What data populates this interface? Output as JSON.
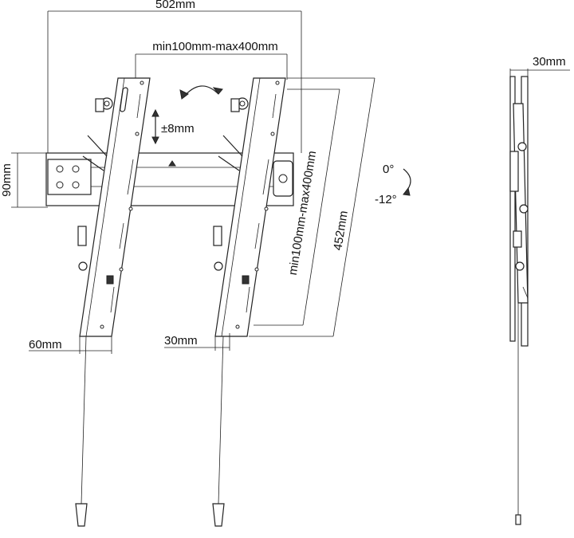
{
  "dimensions": {
    "total_width": "502mm",
    "vesa_horizontal": "min100mm-max400mm",
    "vertical_adjust": "±8mm",
    "rail_height": "90mm",
    "arm_width": "60mm",
    "arm_depth": "30mm",
    "vesa_vertical": "min100mm-max400mm",
    "arm_length": "452mm",
    "wall_distance": "30mm"
  },
  "tilt": {
    "start": "0°",
    "end": "-12°"
  }
}
